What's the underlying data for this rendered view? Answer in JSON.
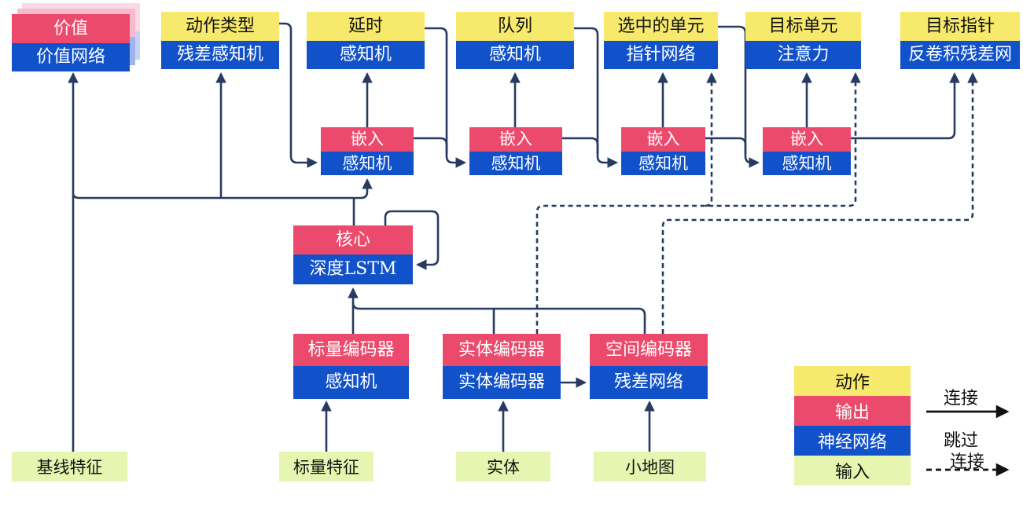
{
  "diagram": {
    "title_hint": "agent-architecture-flow-diagram",
    "colors": {
      "action_yellow": "#f7e96b",
      "output_red": "#ec4a6c",
      "network_blue": "#1152cb",
      "input_green": "#e6f5af",
      "wire_navy": "#273a5f",
      "legend_arrow_black": "#111111"
    },
    "top_row": [
      {
        "header": "价值",
        "body": "价值网络"
      },
      {
        "header": "动作类型",
        "body": "残差感知机"
      },
      {
        "header": "延时",
        "body": "感知机"
      },
      {
        "header": "队列",
        "body": "感知机"
      },
      {
        "header": "选中的单元",
        "body": "指针网络"
      },
      {
        "header": "目标单元",
        "body": "注意力"
      },
      {
        "header": "目标指针",
        "body": "反卷积残差网"
      }
    ],
    "embeddings": [
      {
        "header": "嵌入",
        "body": "感知机"
      },
      {
        "header": "嵌入",
        "body": "感知机"
      },
      {
        "header": "嵌入",
        "body": "感知机"
      },
      {
        "header": "嵌入",
        "body": "感知机"
      }
    ],
    "core": {
      "header": "核心",
      "body": "深度LSTM"
    },
    "encoders": [
      {
        "header": "标量编码器",
        "body": "感知机"
      },
      {
        "header": "实体编码器",
        "body": "实体编码器"
      },
      {
        "header": "空间编码器",
        "body": "残差网络"
      }
    ],
    "inputs": [
      {
        "label": "基线特征"
      },
      {
        "label": "标量特征"
      },
      {
        "label": "实体"
      },
      {
        "label": "小地图"
      }
    ],
    "legend": {
      "items": [
        {
          "label": "动作"
        },
        {
          "label": "输出"
        },
        {
          "label": "神经网络"
        },
        {
          "label": "输入"
        }
      ],
      "solid_label": "连接",
      "dashed_label_line1": "跳过",
      "dashed_label_line2": "连接"
    }
  }
}
